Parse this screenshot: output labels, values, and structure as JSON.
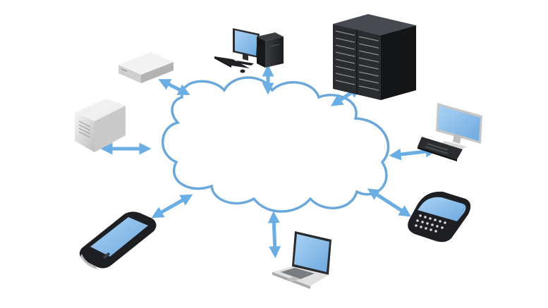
{
  "diagram": {
    "kind": "cloud-network",
    "hub": {
      "name": "cloud",
      "fill": "#ffffff",
      "outline": "#6aa8dc"
    },
    "connector_color": "#6aaee3",
    "screen_color": "#8fc1ec",
    "devices": [
      {
        "name": "desktop-computer"
      },
      {
        "name": "server-rack"
      },
      {
        "name": "monitor-keyboard"
      },
      {
        "name": "smartphone-qwerty"
      },
      {
        "name": "laptop"
      },
      {
        "name": "smartphone-touch"
      },
      {
        "name": "tower-server"
      },
      {
        "name": "network-appliance"
      }
    ]
  }
}
